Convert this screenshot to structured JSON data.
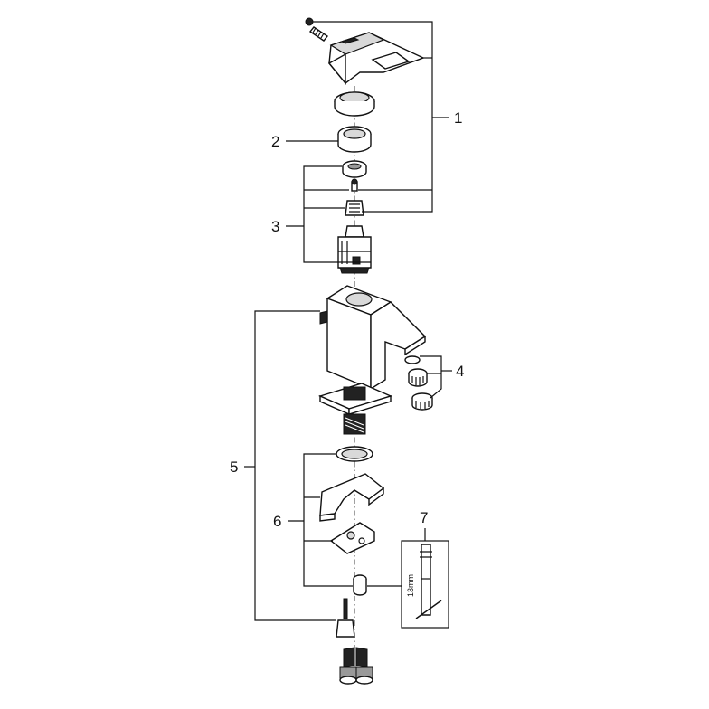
{
  "callouts": {
    "c1": "1",
    "c2": "2",
    "c3": "3",
    "c4": "4",
    "c5": "5",
    "c6": "6",
    "c7": "7"
  },
  "tool": {
    "size_label": "13mm"
  }
}
